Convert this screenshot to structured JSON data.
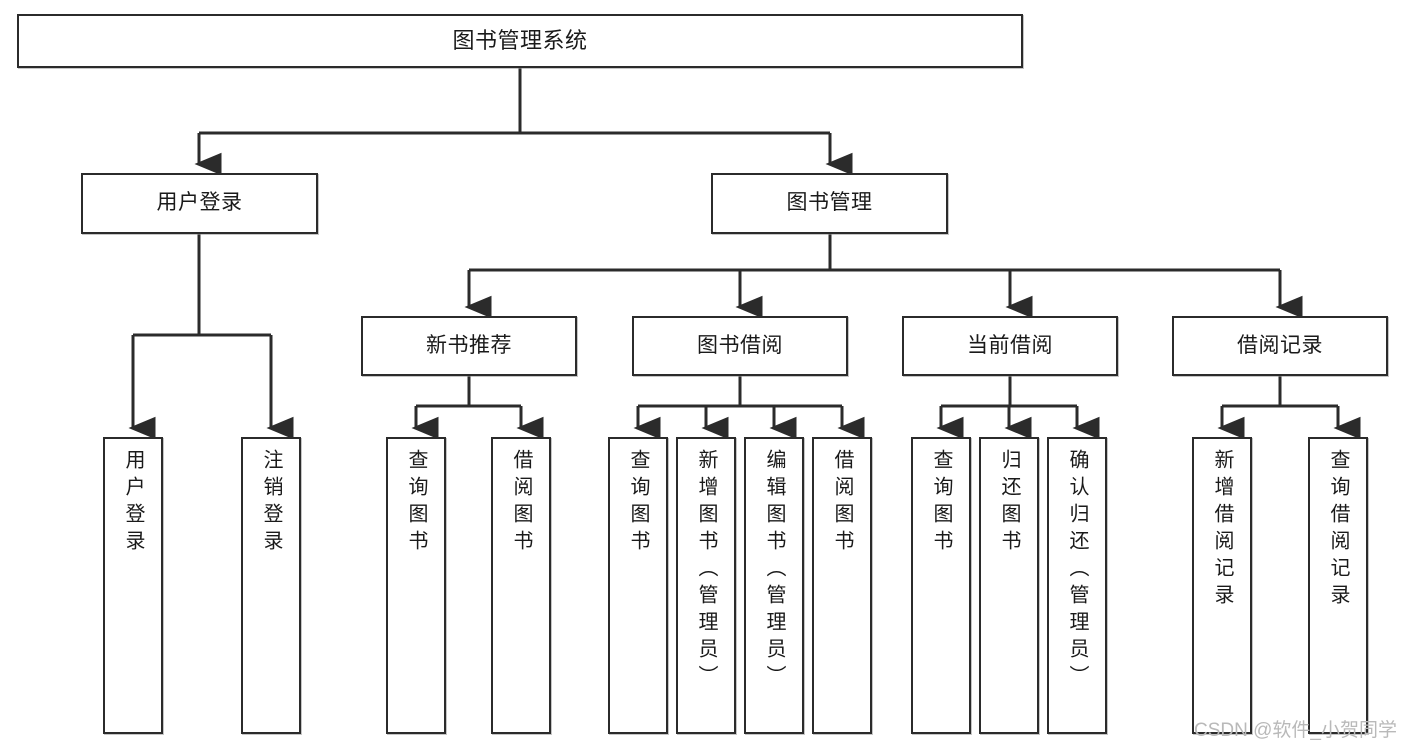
{
  "diagram": {
    "title": "图书管理系统",
    "type": "功能结构图",
    "colors": {
      "box_border": "#2b2b2b",
      "box_fill": "#ffffff",
      "connector": "#2b2b2b",
      "watermark": "#b9b9b9",
      "background": "#ffffff"
    },
    "root": {
      "label": "图书管理系统"
    },
    "level2": [
      {
        "label": "用户登录"
      },
      {
        "label": "图书管理"
      }
    ],
    "level3": [
      {
        "label": "新书推荐"
      },
      {
        "label": "图书借阅"
      },
      {
        "label": "当前借阅"
      },
      {
        "label": "借阅记录"
      }
    ],
    "leaves": {
      "user_login": [
        {
          "label": "用户登录"
        },
        {
          "label": "注销登录"
        }
      ],
      "new_book_recommend": [
        {
          "label": "查询图书"
        },
        {
          "label": "借阅图书"
        }
      ],
      "book_borrow": [
        {
          "label": "查询图书"
        },
        {
          "label": "新增图书（管理员）"
        },
        {
          "label": "编辑图书（管理员）"
        },
        {
          "label": "借阅图书"
        }
      ],
      "current_borrow": [
        {
          "label": "查询图书"
        },
        {
          "label": "归还图书"
        },
        {
          "label": "确认归还（管理员）"
        }
      ],
      "borrow_record": [
        {
          "label": "新增借阅记录"
        },
        {
          "label": "查询借阅记录"
        }
      ]
    }
  },
  "watermark": {
    "text": "CSDN @软件_小贺同学"
  }
}
